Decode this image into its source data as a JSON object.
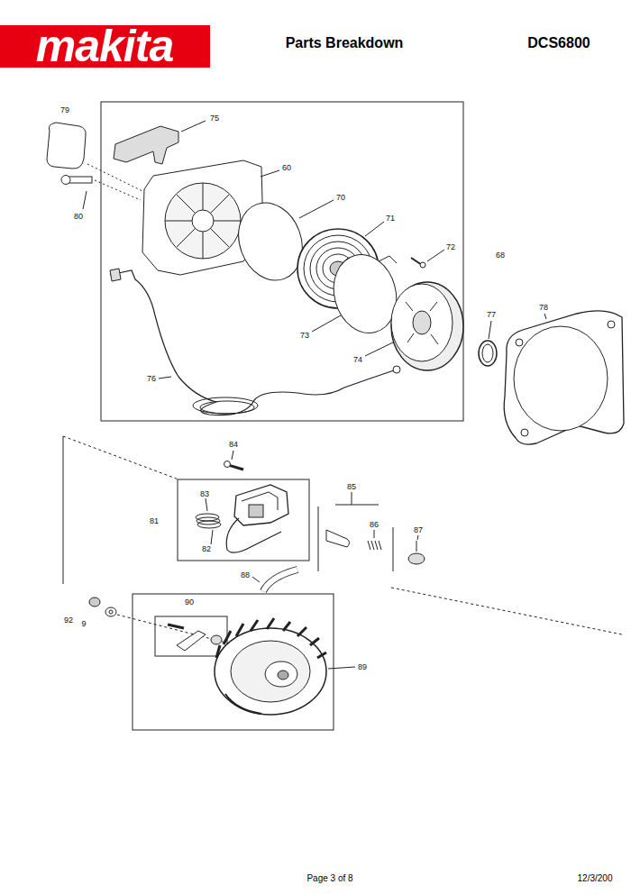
{
  "diagram": {
    "title": "Parts Breakdown",
    "labels": [
      "makita",
      "DCS6800",
      "79",
      "75",
      "60",
      "80",
      "70",
      "71",
      "72",
      "68",
      "78",
      "77",
      "73",
      "74",
      "76",
      "84",
      "81",
      "83",
      "85",
      "86",
      "87",
      "82",
      "88",
      "90",
      "92",
      "9",
      "89",
      "Page 3 of 8",
      "12/3/200"
    ]
  }
}
